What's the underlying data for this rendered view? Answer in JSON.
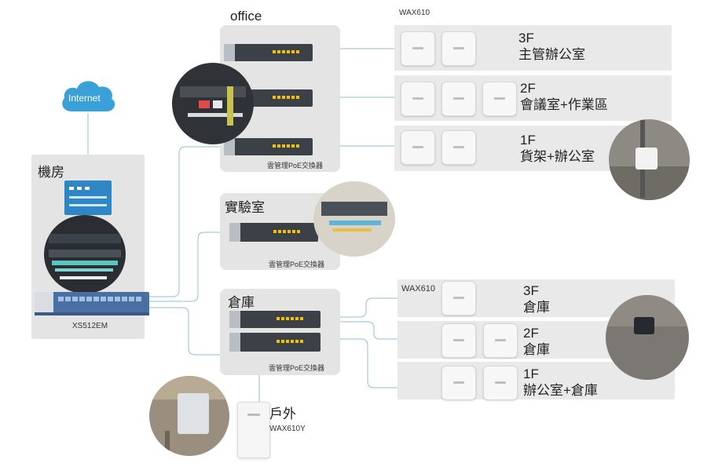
{
  "internet": {
    "label": "Internet"
  },
  "core": {
    "room_label": "機房",
    "switch_label": "XS512EM"
  },
  "office": {
    "title": "office",
    "switch_caption": "雲管理PoE交換器",
    "ap_model": "WAX610",
    "floors": [
      {
        "level": "3F",
        "area": "主管辦公室"
      },
      {
        "level": "2F",
        "area": "會議室+作業區"
      },
      {
        "level": "1F",
        "area": "貨架+辦公室"
      }
    ]
  },
  "lab": {
    "title": "實驗室",
    "switch_caption": "雲管理PoE交換器"
  },
  "warehouse": {
    "title": "倉庫",
    "switch_caption": "雲管理PoE交換器",
    "ap_model": "WAX610",
    "floors": [
      {
        "level": "3F",
        "area": "倉庫"
      },
      {
        "level": "2F",
        "area": "倉庫"
      },
      {
        "level": "1F",
        "area": "辦公室+倉庫"
      }
    ]
  },
  "outdoor": {
    "title": "戶外",
    "ap_model": "WAX610Y"
  },
  "colors": {
    "link": "#7fb8c6",
    "cloud": "#3aa0d8",
    "panel": "#e4e4e4",
    "band": "#e9e9e9",
    "switch_port": "#f2c200"
  },
  "icons": [
    "cloud-icon",
    "server-icon",
    "switch-icon",
    "access-point-icon"
  ]
}
